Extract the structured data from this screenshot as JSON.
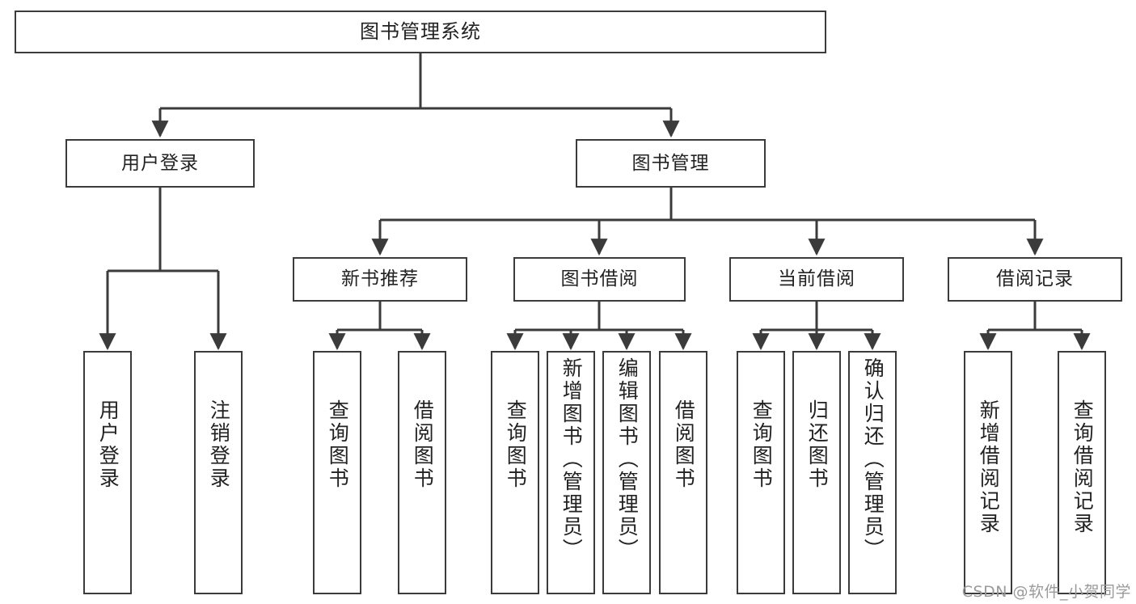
{
  "diagram": {
    "title": "图书管理系统",
    "watermark": "CSDN @软件_小贺同学",
    "colors": {
      "stroke": "#3b3b3b",
      "fill": "#ffffff",
      "text": "#222222",
      "watermark": "#9a9a9a"
    },
    "levels": {
      "root": {
        "label": "图书管理系统"
      },
      "level2": [
        {
          "label": "用户登录"
        },
        {
          "label": "图书管理"
        }
      ],
      "level3": [
        {
          "label": "新书推荐"
        },
        {
          "label": "图书借阅"
        },
        {
          "label": "当前借阅"
        },
        {
          "label": "借阅记录"
        }
      ],
      "leaves": [
        {
          "label": "用户登录"
        },
        {
          "label": "注销登录"
        },
        {
          "label": "查询图书"
        },
        {
          "label": "借阅图书"
        },
        {
          "label": "查询图书"
        },
        {
          "label": "新增图书（管理员）"
        },
        {
          "label": "编辑图书（管理员）"
        },
        {
          "label": "借阅图书"
        },
        {
          "label": "查询图书"
        },
        {
          "label": "归还图书"
        },
        {
          "label": "确认归还（管理员）"
        },
        {
          "label": "新增借阅记录"
        },
        {
          "label": "查询借阅记录"
        }
      ]
    },
    "edges": [
      {
        "from": "图书管理系统",
        "to": "用户登录"
      },
      {
        "from": "图书管理系统",
        "to": "图书管理"
      },
      {
        "from": "用户登录",
        "to": "用户登录"
      },
      {
        "from": "用户登录",
        "to": "注销登录"
      },
      {
        "from": "图书管理",
        "to": "新书推荐"
      },
      {
        "from": "图书管理",
        "to": "图书借阅"
      },
      {
        "from": "图书管理",
        "to": "当前借阅"
      },
      {
        "from": "图书管理",
        "to": "借阅记录"
      },
      {
        "from": "新书推荐",
        "to": "查询图书"
      },
      {
        "from": "新书推荐",
        "to": "借阅图书"
      },
      {
        "from": "图书借阅",
        "to": "查询图书"
      },
      {
        "from": "图书借阅",
        "to": "新增图书（管理员）"
      },
      {
        "from": "图书借阅",
        "to": "编辑图书（管理员）"
      },
      {
        "from": "图书借阅",
        "to": "借阅图书"
      },
      {
        "from": "当前借阅",
        "to": "查询图书"
      },
      {
        "from": "当前借阅",
        "to": "归还图书"
      },
      {
        "from": "当前借阅",
        "to": "确认归还（管理员）"
      },
      {
        "from": "借阅记录",
        "to": "新增借阅记录"
      },
      {
        "from": "借阅记录",
        "to": "查询借阅记录"
      }
    ]
  }
}
